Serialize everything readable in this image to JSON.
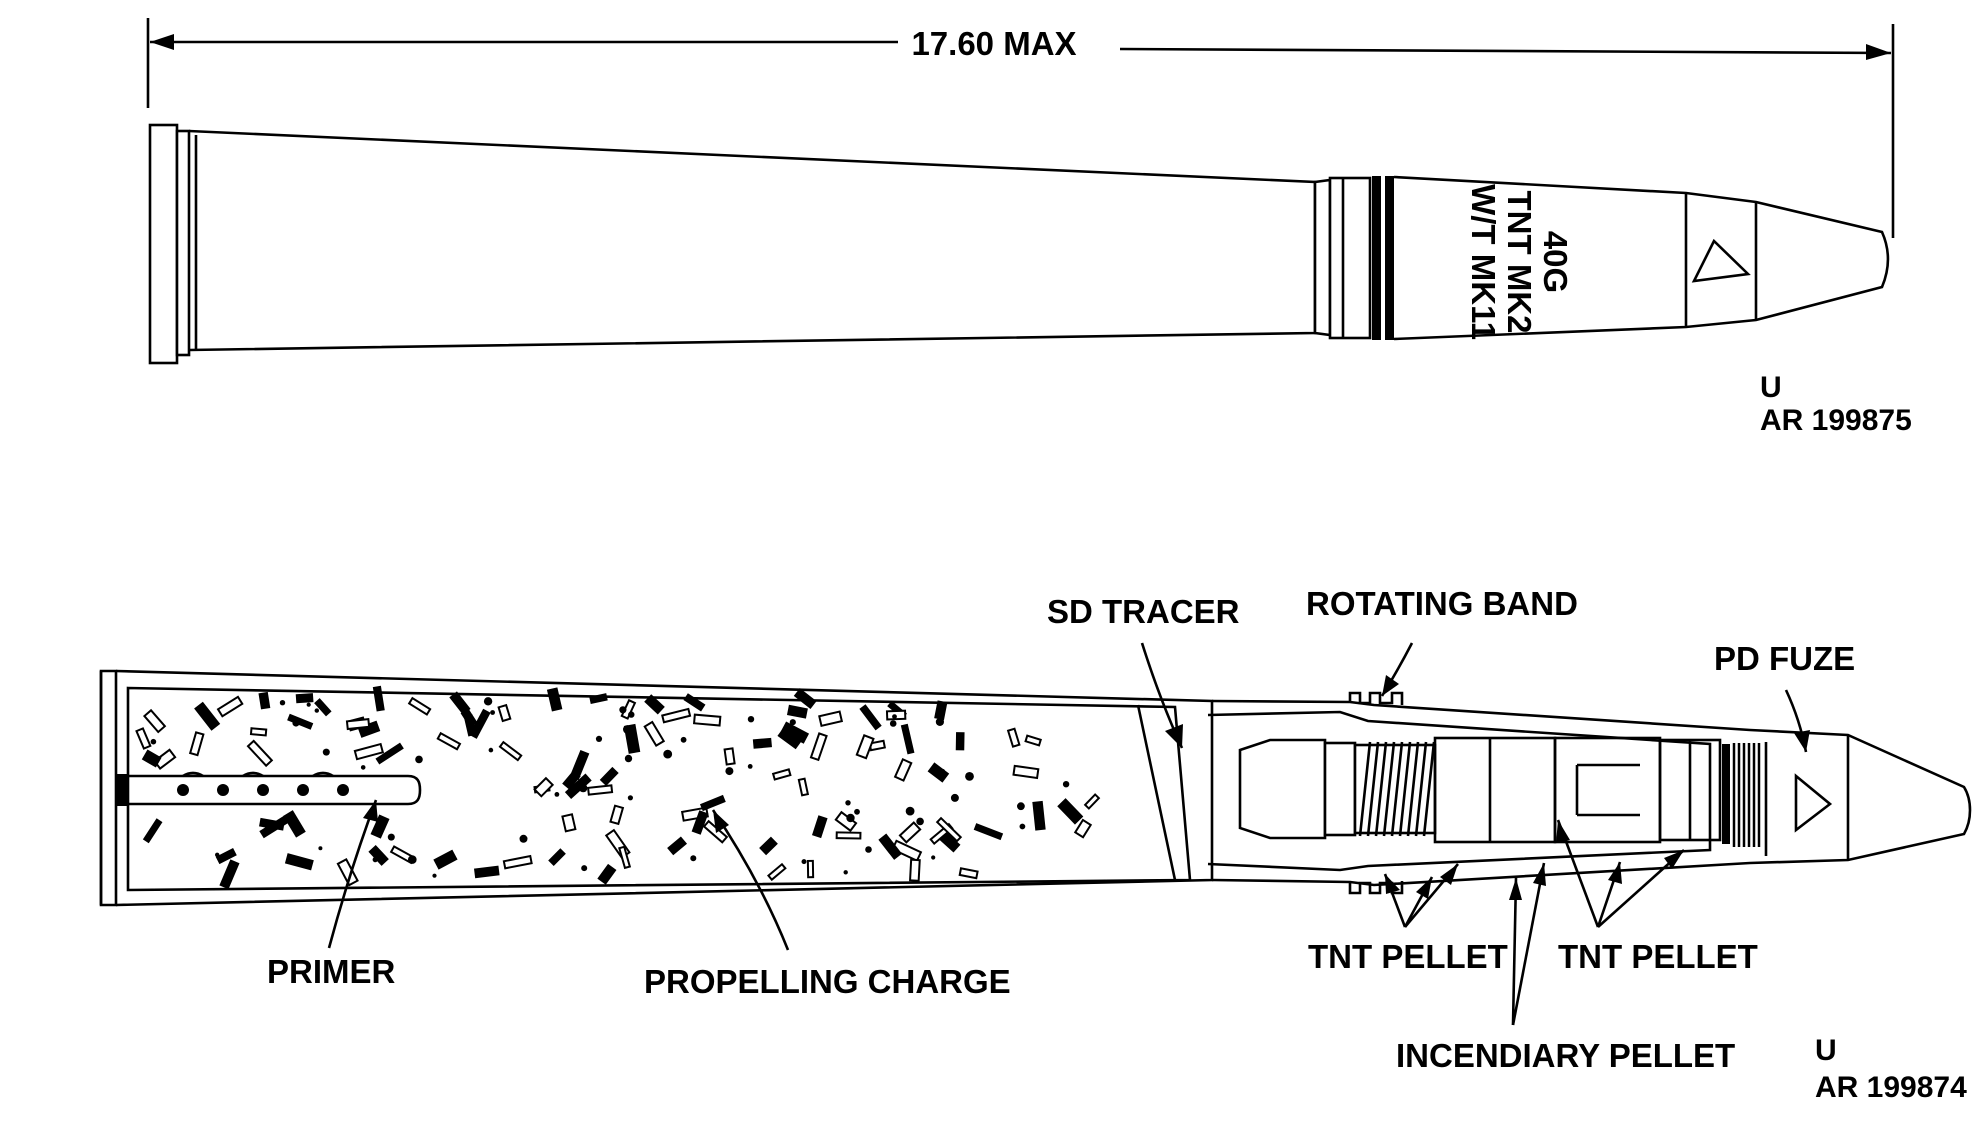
{
  "top_view": {
    "dimension": "17.60 MAX",
    "projectile_marking": [
      "40G",
      "TNT MK2",
      "W/T MK11"
    ],
    "code_u": "U",
    "code_ar": "AR 199875"
  },
  "cutaway_view": {
    "labels": {
      "sd_tracer": "SD TRACER",
      "rotating_band": "ROTATING BAND",
      "pd_fuze": "PD FUZE",
      "primer": "PRIMER",
      "propelling_charge": "PROPELLING CHARGE",
      "tnt_pellet_left": "TNT PELLET",
      "tnt_pellet_right": "TNT PELLET",
      "incendiary_pellet": "INCENDIARY PELLET"
    },
    "code_u": "U",
    "code_ar": "AR 199874"
  }
}
